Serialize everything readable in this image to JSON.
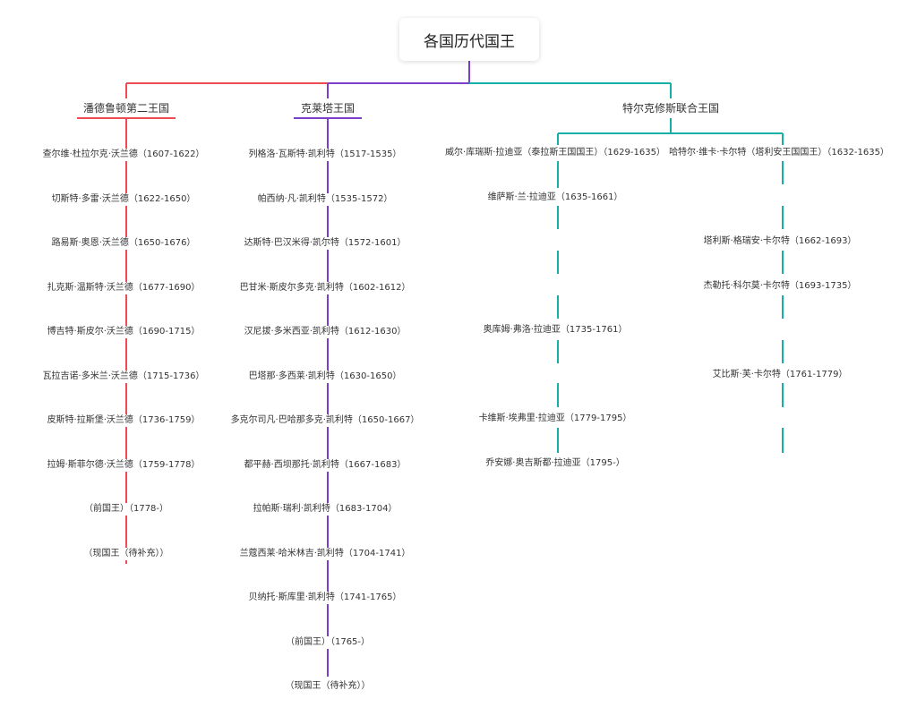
{
  "title": "各国历代国王",
  "colors": {
    "red": "#ee4b55",
    "purple": "#7b3fc9",
    "teal": "#16b0a8"
  },
  "branches": [
    {
      "name": "潘德鲁顿第二王国",
      "color": "#ee4b55",
      "items": [
        "查尔维·杜拉尔克·沃兰德（1607-1622）",
        "切斯特·多雷·沃兰德（1622-1650）",
        "路易斯·奥恩·沃兰德（1650-1676）",
        "扎克斯·温斯特·沃兰德（1677-1690）",
        "博吉特·斯皮尔·沃兰德（1690-1715）",
        "瓦拉吉诺·多米兰·沃兰德（1715-1736）",
        "皮斯特·拉斯堡·沃兰德（1736-1759）",
        "拉姆·斯菲尔德·沃兰德（1759-1778）",
        "（前国王）（1778-）",
        "（现国王（待补充））"
      ]
    },
    {
      "name": "克莱塔王国",
      "color": "#7b3fc9",
      "items": [
        "列格洛·瓦斯特·凯利特（1517-1535）",
        "帕西纳·凡·凯利特（1535-1572）",
        "达斯特·巴汉米得·凯尔特（1572-1601）",
        "巴甘米·斯皮尔多克·凯利特（1602-1612）",
        "汉尼拔·多米西亚·凯利特（1612-1630）",
        "巴塔那·多西莱·凯利特（1630-1650）",
        "多克尔司凡·巴哈那多克·凯利特（1650-1667）",
        "都平赫·西坝那托·凯利特（1667-1683）",
        "拉帕斯·瑞利·凯利特（1683-1704）",
        "兰蔻西莱·哈米林吉·凯利特（1704-1741）",
        "贝纳托·斯库里·凯利特（1741-1765）",
        "（前国王）（1765-）",
        "（现国王（待补充））"
      ]
    },
    {
      "name": "特尔克修斯联合王国",
      "color": "#16b0a8",
      "subbranches": [
        {
          "items": [
            "威尔·库瑞斯·拉迪亚（泰拉斯王国国王）（1629-1635）",
            "维萨斯·兰·拉迪亚（1635-1661）",
            "奥库姆·弗洛·拉迪亚（1735-1761）",
            "卡维斯·埃弗里·拉迪亚（1779-1795）",
            "乔安娜·奥吉斯都·拉迪亚（1795-）"
          ]
        },
        {
          "items": [
            "哈特尔·维卡·卡尔特（塔利安王国国王）（1632-1635）",
            "塔利斯·格瑞安·卡尔特（1662-1693）",
            "杰勒托·科尔莫·卡尔特（1693-1735）",
            "艾比斯·芙·卡尔特（1761-1779）"
          ]
        }
      ]
    }
  ]
}
